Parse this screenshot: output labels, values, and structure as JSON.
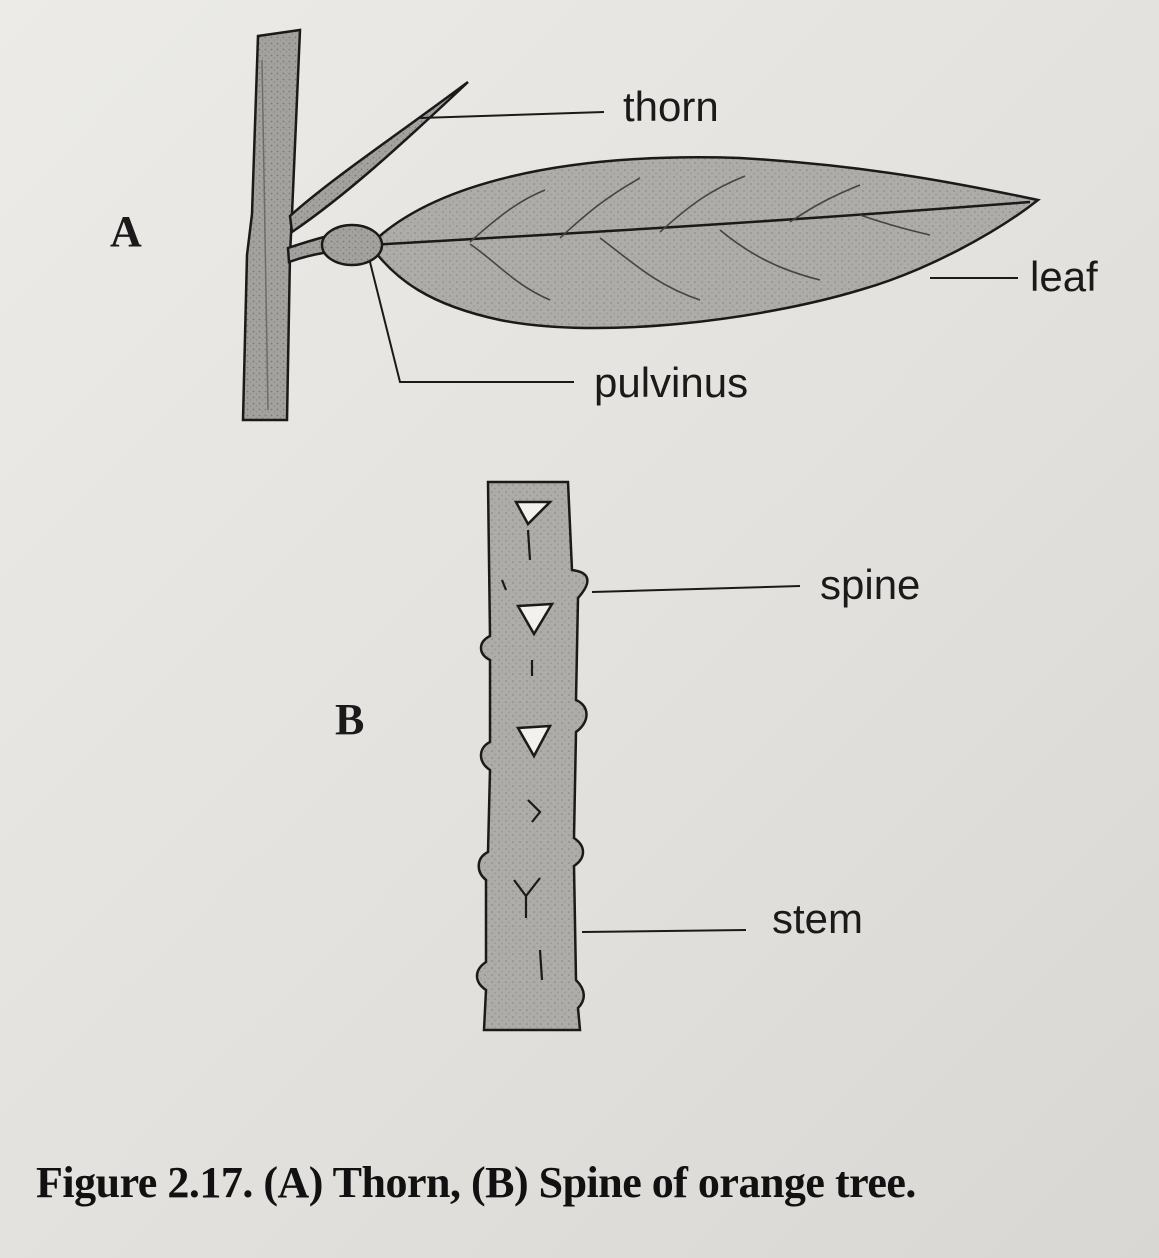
{
  "panels": {
    "a": {
      "letter": "A",
      "labels": {
        "thorn": "thorn",
        "leaf": "leaf",
        "pulvinus": "pulvinus"
      }
    },
    "b": {
      "letter": "B",
      "labels": {
        "spine": "spine",
        "stem": "stem"
      }
    }
  },
  "caption": "Figure 2.17. (A) Thorn, (B) Spine of orange tree.",
  "colors": {
    "ink": "#1a1a1a",
    "fill": "#9e9c98",
    "stem_fill": "#a8a6a2"
  }
}
